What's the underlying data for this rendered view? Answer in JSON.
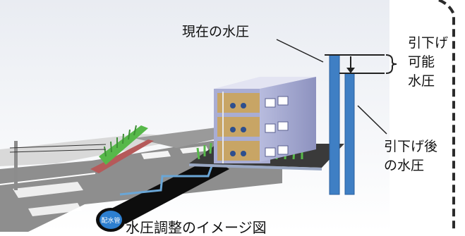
{
  "labels": {
    "current_pressure": "現在の水圧",
    "reducible": [
      "引下げ",
      "可能",
      "水圧"
    ],
    "after": [
      "引下げ後",
      "の水圧"
    ],
    "pipe": "配水管",
    "caption": "水圧調整のイメージ図"
  },
  "colors": {
    "column": "#3f7fc4",
    "column_edge": "#2a5f9e",
    "border": "#2b2b2b",
    "building": "#9b9fc7",
    "interior": "#c8a565",
    "pipe": "#0d0d0d",
    "road": "#8e8e8e",
    "hedge": "#57b84a"
  }
}
